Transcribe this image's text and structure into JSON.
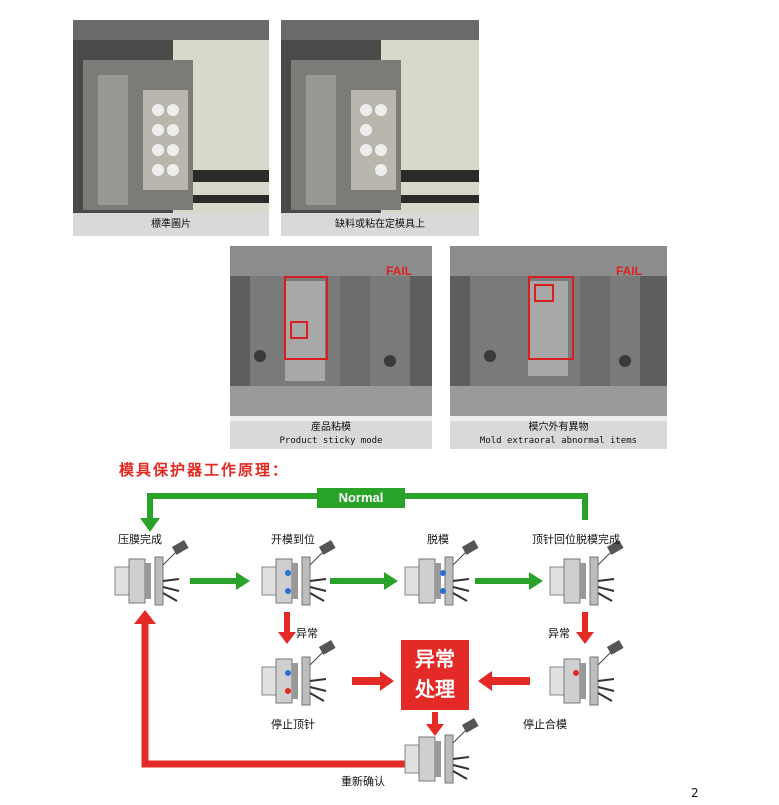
{
  "photos": {
    "top_left_caption": "標準圖片",
    "top_right_caption": "缺料或粘在定模具上",
    "mid_left_caption_cn": "産品粘模",
    "mid_left_caption_en": "Product sticky mode",
    "mid_right_caption_cn": "模穴外有異物",
    "mid_right_caption_en": "Mold extraoral abnormal items",
    "fail_label": "FAIL"
  },
  "section_title": "模具保护器工作原理：",
  "flow": {
    "normal_label": "Normal",
    "steps": {
      "press_done": "压膜完成",
      "open_in_place": "开模到位",
      "demold": "脱模",
      "ejector_return": "顶针回位脱模完成",
      "stop_ejector": "停止顶针",
      "stop_clamp": "停止合模",
      "reconfirm": "重新确认"
    },
    "abnormal_left": "异常",
    "abnormal_right": "异常",
    "handle_line1": "异常",
    "handle_line2": "处理"
  },
  "page_number": "2",
  "colors": {
    "green": "#2aa32a",
    "red": "#e32a26",
    "title": "#e12a21"
  }
}
